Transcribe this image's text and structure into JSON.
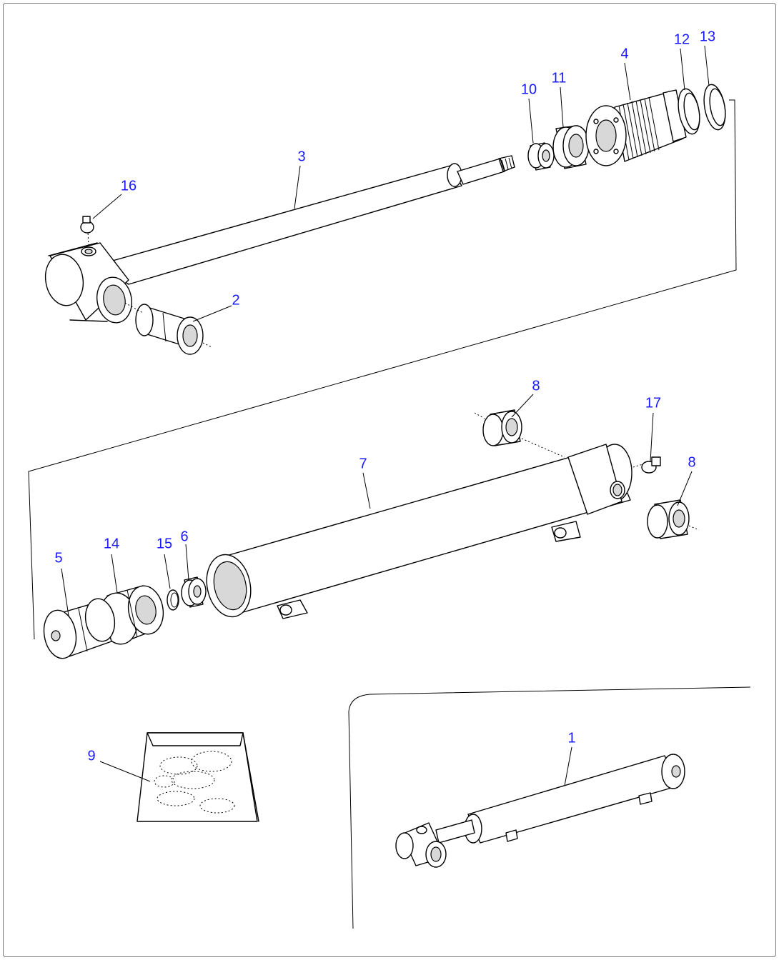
{
  "diagram": {
    "callouts": [
      {
        "id": "c1",
        "label": "1"
      },
      {
        "id": "c2",
        "label": "2"
      },
      {
        "id": "c3",
        "label": "3"
      },
      {
        "id": "c4",
        "label": "4"
      },
      {
        "id": "c5",
        "label": "5"
      },
      {
        "id": "c6",
        "label": "6"
      },
      {
        "id": "c7",
        "label": "7"
      },
      {
        "id": "c8a",
        "label": "8"
      },
      {
        "id": "c8b",
        "label": "8"
      },
      {
        "id": "c9",
        "label": "9"
      },
      {
        "id": "c10",
        "label": "10"
      },
      {
        "id": "c11",
        "label": "11"
      },
      {
        "id": "c12",
        "label": "12"
      },
      {
        "id": "c13",
        "label": "13"
      },
      {
        "id": "c14",
        "label": "14"
      },
      {
        "id": "c15",
        "label": "15"
      },
      {
        "id": "c16",
        "label": "16"
      },
      {
        "id": "c17",
        "label": "17"
      }
    ],
    "colors": {
      "callout": "#1a1aff",
      "line": "#000000",
      "frame": "#777777"
    }
  }
}
